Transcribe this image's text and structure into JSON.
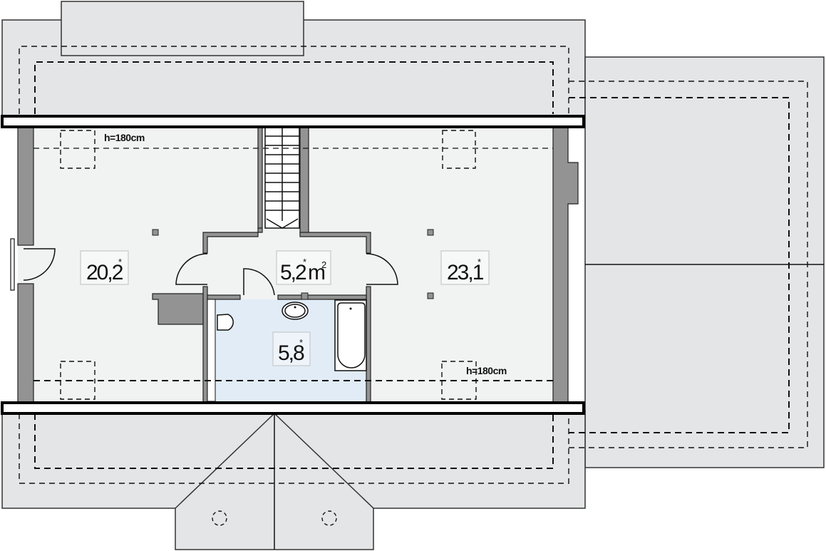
{
  "plan": {
    "type": "attic floor plan",
    "rooms": [
      {
        "id": "room-left",
        "area": "20,2",
        "mark": "*"
      },
      {
        "id": "hall",
        "area": "5,2",
        "mark": "*",
        "unit": "m",
        "unit_sup": "2"
      },
      {
        "id": "room-right",
        "area": "23,1",
        "mark": "*"
      },
      {
        "id": "bathroom",
        "area": "5,8",
        "mark": "*"
      }
    ],
    "height_labels": [
      "h=180cm",
      "h=180cm"
    ],
    "colors": {
      "roof": "#e4e5e7",
      "floor": "#f1f2f2",
      "bathroom": "#e1ecf6",
      "wall": "#939393",
      "line": "#111111"
    }
  }
}
